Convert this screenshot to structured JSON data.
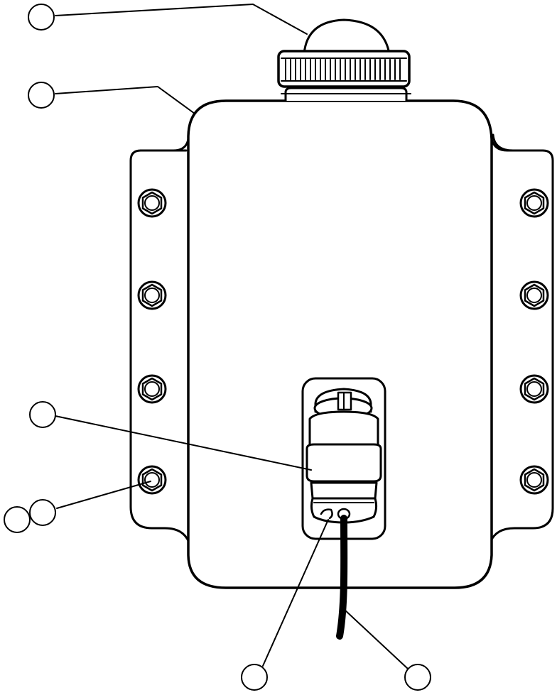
{
  "diagram": {
    "subject": "reservoir-tank-with-pump",
    "stroke_color": "#000000",
    "fill_color": "#ffffff",
    "callout_count": 8,
    "callouts": [
      {
        "id": "cap",
        "label": ""
      },
      {
        "id": "tank-body",
        "label": ""
      },
      {
        "id": "pump-body",
        "label": ""
      },
      {
        "id": "mounting-bolt-a",
        "label": ""
      },
      {
        "id": "mounting-bolt-b",
        "label": ""
      },
      {
        "id": "pump-seal",
        "label": ""
      },
      {
        "id": "cable",
        "label": ""
      },
      {
        "id": "pump-outlet",
        "label": ""
      }
    ]
  }
}
